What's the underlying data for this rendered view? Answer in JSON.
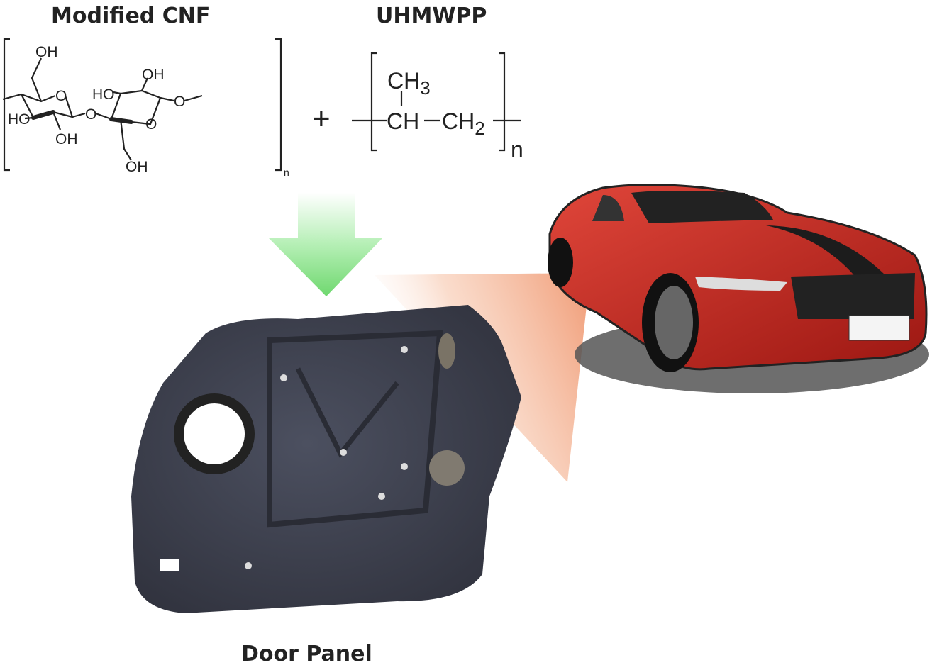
{
  "labels": {
    "reactant_1": "Modified CNF",
    "reactant_2": "UHMWPP",
    "product": "Door Panel",
    "plus": "+"
  },
  "cnf_structure": {
    "groups": [
      "OH",
      "OH",
      "HO",
      "OH",
      "HO",
      "OH",
      "O",
      "O",
      "O",
      "O"
    ],
    "repeat": "n"
  },
  "pp_structure": {
    "ch3": "CH",
    "ch3_sub": "3",
    "ch": "CH",
    "ch2": "CH",
    "ch2_sub": "2",
    "repeat": "n"
  },
  "colors": {
    "arrow": "#7fe07f",
    "cone": "#f2a27c",
    "car_body": "#c8231f",
    "panel": "#3f4250"
  }
}
